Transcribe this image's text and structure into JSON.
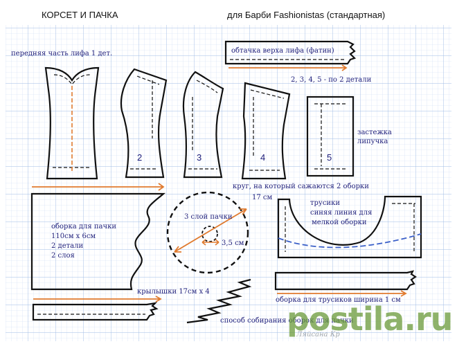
{
  "header": {
    "title_left": "КОРСЕТ И ПАЧКА",
    "title_right": "для Барби Fashionistas (стандартная)"
  },
  "bodice": {
    "front_label": "передняя часть лифа 1 дет.",
    "lining_label": "обтачка верха лифа (фатин)",
    "pieces_note": "2, 3, 4, 5 - по 2 детали",
    "piece_numbers": [
      "2",
      "3",
      "4",
      "5"
    ],
    "fastener_label_1": "застежка",
    "fastener_label_2": "липучка"
  },
  "tutu": {
    "ruffle_line1": "оборка для пачки",
    "ruffle_line2": "110см х 6см",
    "ruffle_line3": "2 детали",
    "ruffle_line4": "2 слоя",
    "circle_label": "круг, на который сажаются 2 оборки",
    "circle_size": "17 см",
    "layer_label": "3 слой пачки",
    "inner_size": "3,5 см",
    "wings_label": "крылышки 17см х 4",
    "gathering_label": "способ собирания оборок для пачки"
  },
  "panties": {
    "label": "трусики",
    "blue_line_1": "синяя линия для",
    "blue_line_2": "мелкой оборки",
    "ruffle_label": "оборка для трусиков  ширина 1 см"
  },
  "watermark": {
    "brand": "postila.ru",
    "author": "Ляйсана Кр"
  },
  "colors": {
    "outline": "#111111",
    "grainline": "#e07a2e",
    "guide_blue": "#3a5fc8",
    "grid": "#a9c4ea",
    "label_ink": "#1e1e7a"
  }
}
